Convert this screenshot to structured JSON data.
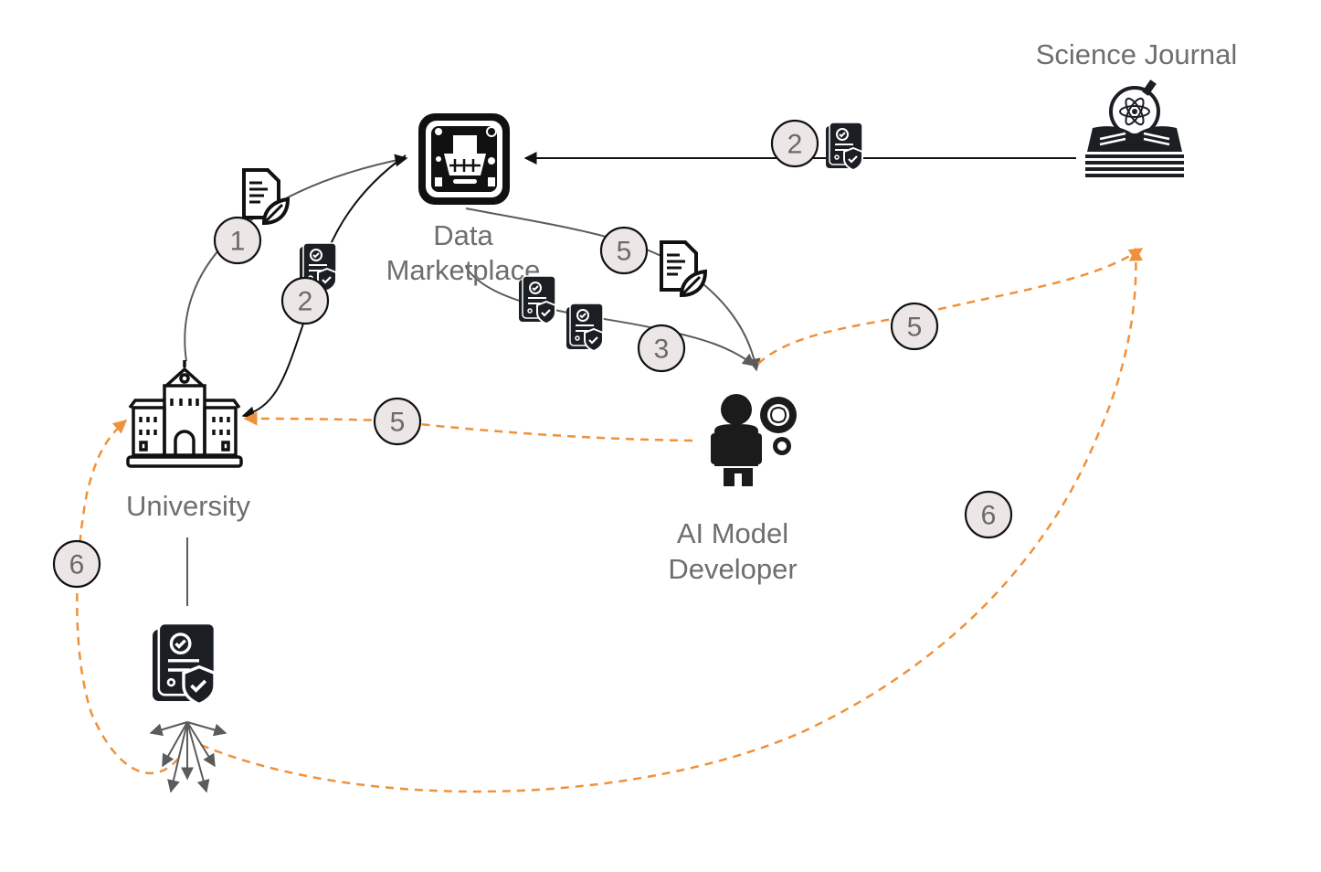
{
  "nodes": {
    "science_journal": {
      "label": "Science Journal",
      "icon": "open-book-atom-icon"
    },
    "data_marketplace": {
      "label_line1": "Data",
      "label_line2": "Marketplace",
      "icon": "shopping-cart-data-icon"
    },
    "university": {
      "label": "University",
      "icon": "university-building-icon"
    },
    "ai_model_developer": {
      "label_line1": "AI Model",
      "label_line2": "Developer",
      "icon": "person-brain-gear-icon"
    },
    "certificate_distribution": {
      "icon": "certified-document-icon",
      "spread_icon": "broadcast-arrows-icon"
    }
  },
  "badges": {
    "uni_to_market_1": "1",
    "market_to_uni_2": "2",
    "journal_to_market_2": "2",
    "market_to_dev_5": "5",
    "market_to_dev_3": "3",
    "dev_to_journal_5": "5",
    "dev_to_uni_5": "5",
    "broadcast_to_journal_6": "6",
    "broadcast_to_uni_6": "6"
  },
  "colors": {
    "orange_flow": "#f0913a",
    "gray_flow": "#5b5b5b",
    "black_flow": "#111111",
    "badge_fill": "#ece6e6",
    "label_text": "#6e6e6e"
  }
}
